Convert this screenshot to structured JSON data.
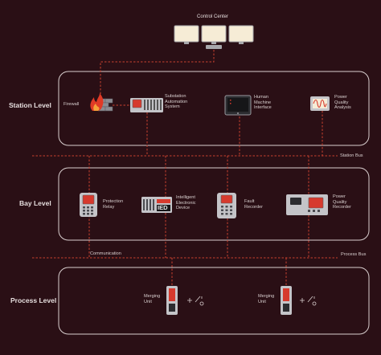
{
  "title": "Control Center",
  "levels": {
    "station": "Station Level",
    "bay": "Bay Level",
    "process": "Process Level"
  },
  "buses": {
    "station_bus": "Station Bus",
    "communication": "Communication",
    "process_bus": "Process Bus"
  },
  "devices": {
    "firewall": "Firewall",
    "substation_automation": "Substation\nAutomation\nSystem",
    "hmi": "Human\nMachine\nInterface",
    "pq_analysis": "Power\nQuality\nAnalysis",
    "protection_relay": "Protection\nRelay",
    "ied": "Intelligent\nElectronic\nDevice",
    "ied_badge": "IED",
    "fault_recorder": "Fault\nRecorder",
    "pq_recorder": "Power\nQuality\nRecorder",
    "merging_unit_1": "Merging\nUnit",
    "merging_unit_2": "Merging\nUnit"
  },
  "colors": {
    "background": "#2a0f15",
    "panel_border": "#d9cfcf",
    "dashed_line": "#c8402e",
    "accent_red": "#d63a2e",
    "device_body": "#c4c4c8",
    "screen_fill": "#f6ecd6"
  },
  "icons": {
    "control_center": "monitor-icon",
    "firewall": "firewall-icon",
    "substation_automation": "server-icon",
    "hmi": "display-icon",
    "pq_analysis": "waveform-icon",
    "protection_relay": "relay-icon",
    "ied": "ied-icon",
    "fault_recorder": "recorder-icon",
    "pq_recorder": "recorder-rack-icon",
    "merging_unit": "merging-unit-icon",
    "switch": "switch-icon"
  }
}
